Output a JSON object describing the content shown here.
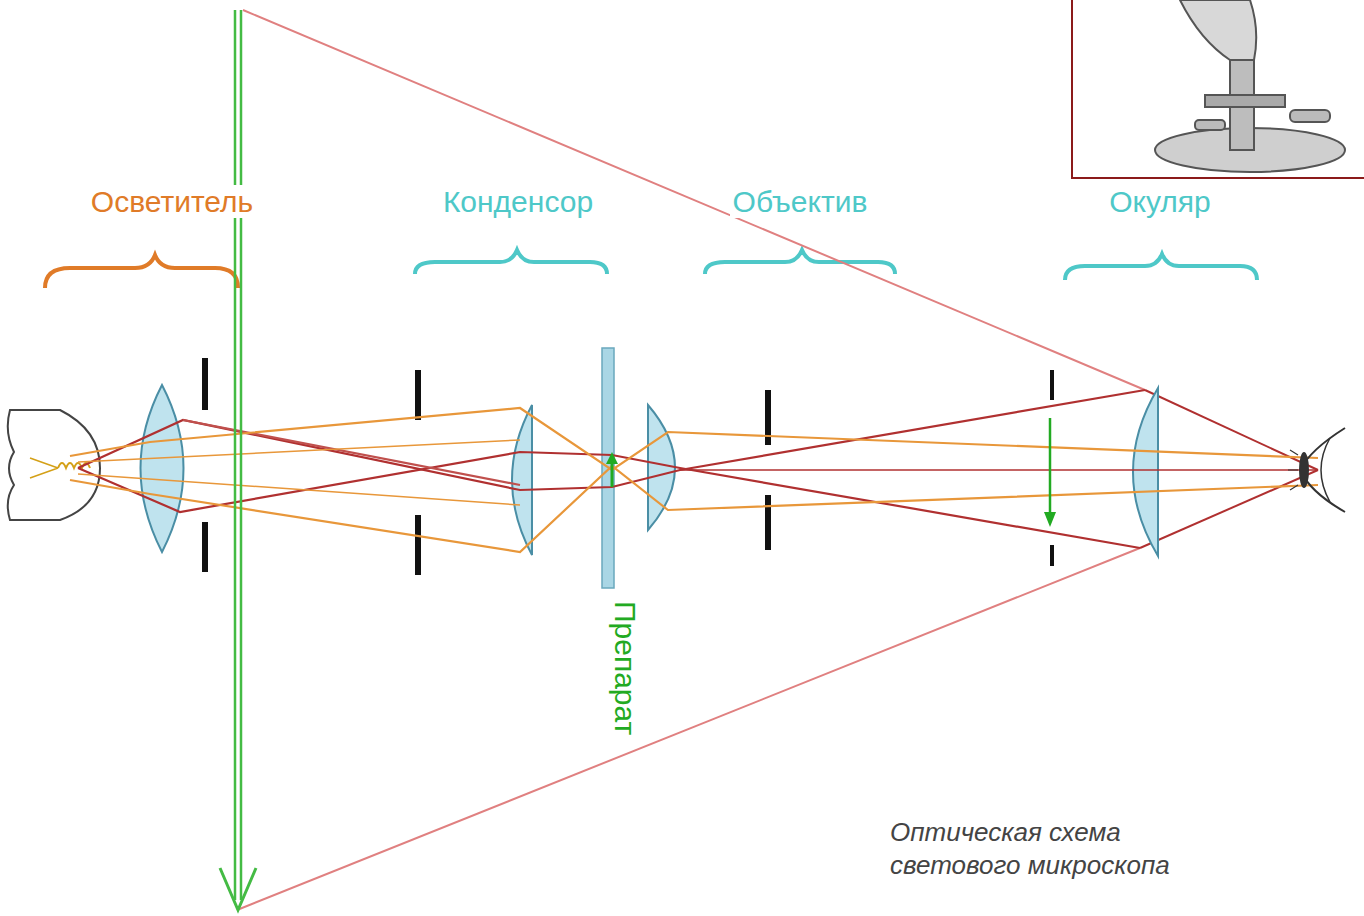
{
  "diagram": {
    "caption": "Оптическая схема светового микроскопа",
    "labels": [
      "Осветитель",
      "Конденсор",
      "Объектив",
      "Окуляр",
      "Препарат"
    ]
  }
}
